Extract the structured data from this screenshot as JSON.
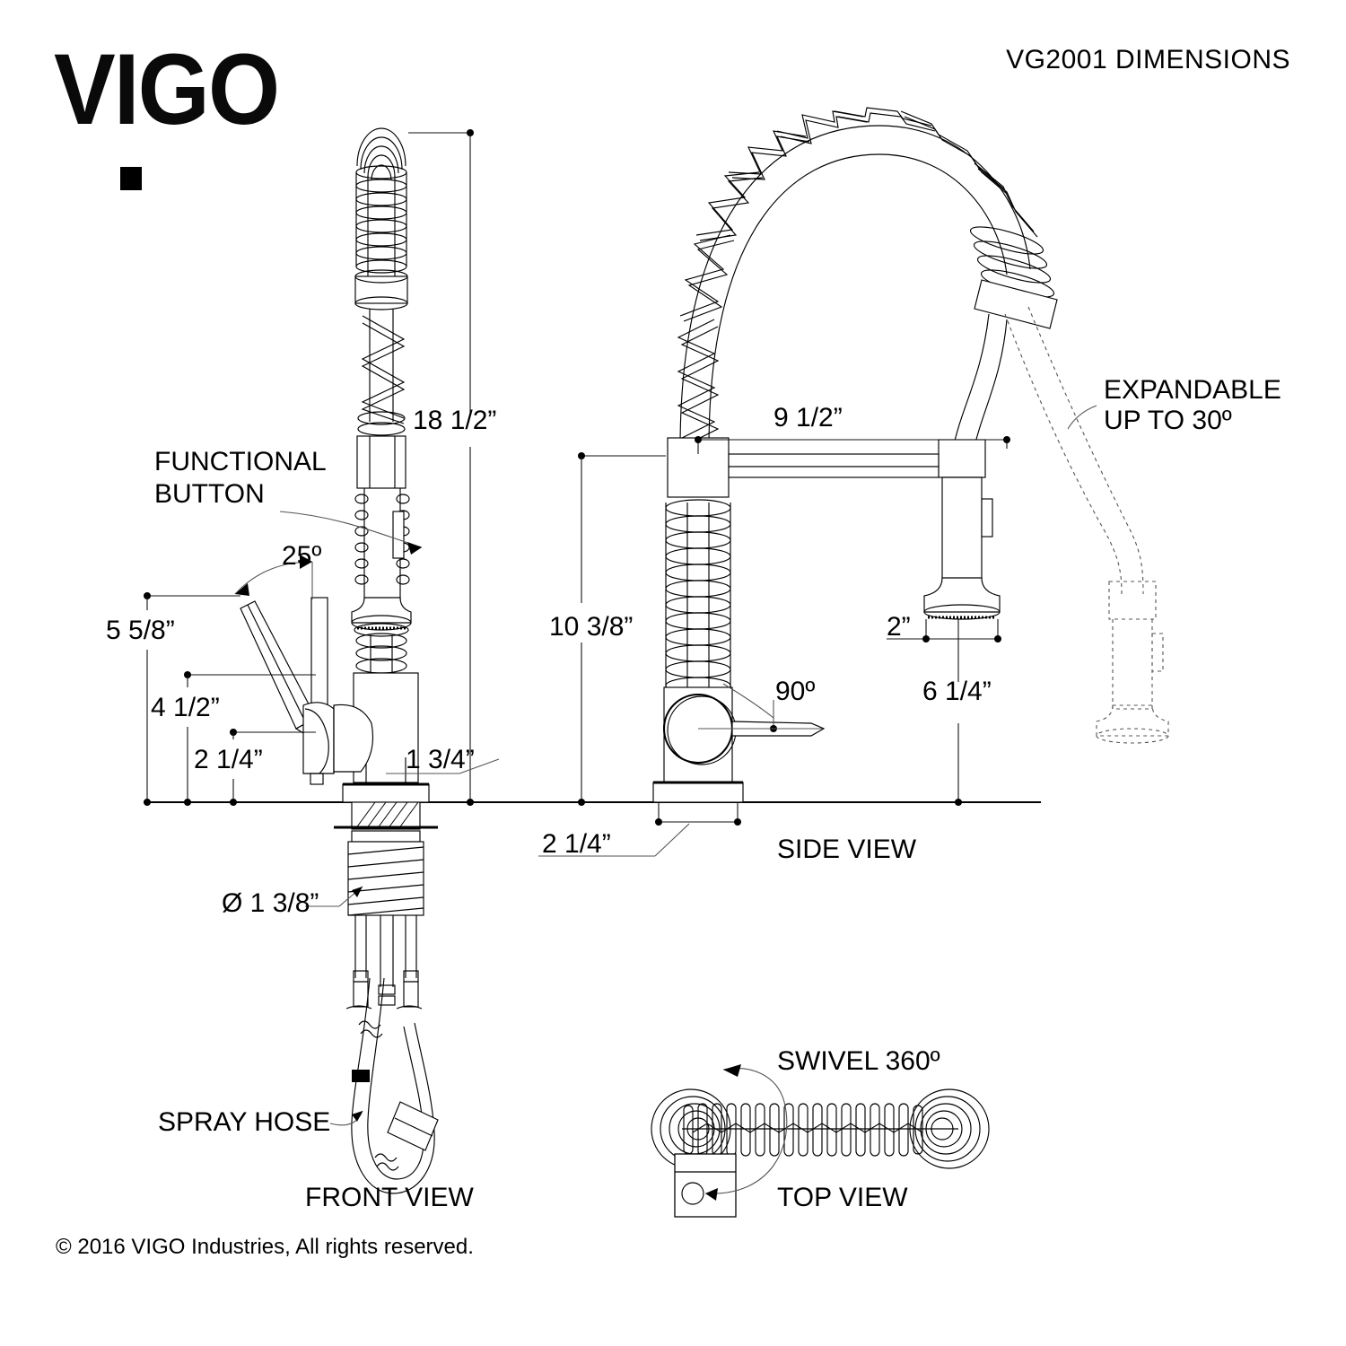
{
  "brand": {
    "logo_text": "VIGO",
    "logo_dot": "logo-dot"
  },
  "header": {
    "title": "VG2001 DIMENSIONS"
  },
  "footer": {
    "copyright": "© 2016 VIGO Industries, All rights reserved."
  },
  "views": {
    "front": {
      "label": "FRONT VIEW"
    },
    "side": {
      "label": "SIDE VIEW"
    },
    "top": {
      "label": "TOP VIEW"
    }
  },
  "annotations": {
    "functional_button_line1": "FUNCTIONAL",
    "functional_button_line2": "BUTTON",
    "spray_hose": "SPRAY HOSE",
    "expandable_line1": "EXPANDABLE",
    "expandable_line2": "UP TO 30º",
    "swivel": "SWIVEL 360º"
  },
  "dimensions": {
    "overall_height": "18 1/2”",
    "handle_clearance": "5 5/8”",
    "spout_to_handle": "4 1/2”",
    "handle_height": "2 1/4”",
    "body_width": "1 3/4”",
    "handle_angle": "25º",
    "reach": "9 1/2”",
    "spout_height": "10 3/8”",
    "lever_angle": "90º",
    "spray_head_dia": "2”",
    "spray_head_height": "6 1/4”",
    "base_dia": "2 1/4”",
    "hose_dia": "Ø 1 3/8”"
  }
}
